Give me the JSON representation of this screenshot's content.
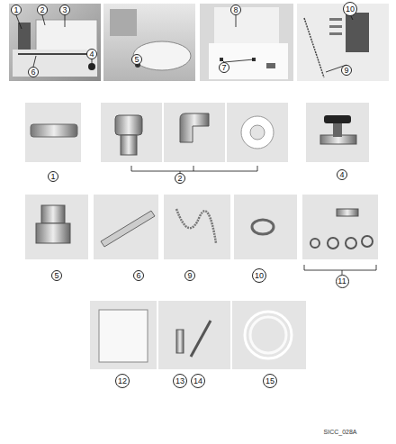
{
  "diagram": {
    "nodes": [
      {
        "text": [
          "1"
        ]
      },
      {
        "text": [
          "2"
        ]
      },
      {
        "text": [
          "3"
        ]
      },
      {
        "text": [
          "8"
        ]
      },
      {
        "text": [
          "10"
        ]
      },
      {
        "text": [
          "4"
        ]
      },
      {
        "text": [
          "7"
        ]
      },
      {
        "text": [
          "6"
        ]
      },
      {
        "text": [
          "5"
        ]
      },
      {
        "text": [
          "9"
        ]
      },
      {
        "text": [
          "1"
        ]
      },
      {
        "text": [
          "2"
        ]
      },
      {
        "text": [
          "4"
        ]
      },
      {
        "text": [
          "5"
        ]
      },
      {
        "text": [
          "6"
        ]
      },
      {
        "text": [
          "9"
        ]
      },
      {
        "text": [
          "10"
        ]
      },
      {
        "text": [
          "11"
        ]
      },
      {
        "text": [
          "12"
        ]
      },
      {
        "text": [
          "13"
        ]
      },
      {
        "text": [
          "14"
        ]
      },
      {
        "text": [
          "15"
        ]
      }
    ],
    "labels": [
      "SICC_028A"
    ]
  }
}
